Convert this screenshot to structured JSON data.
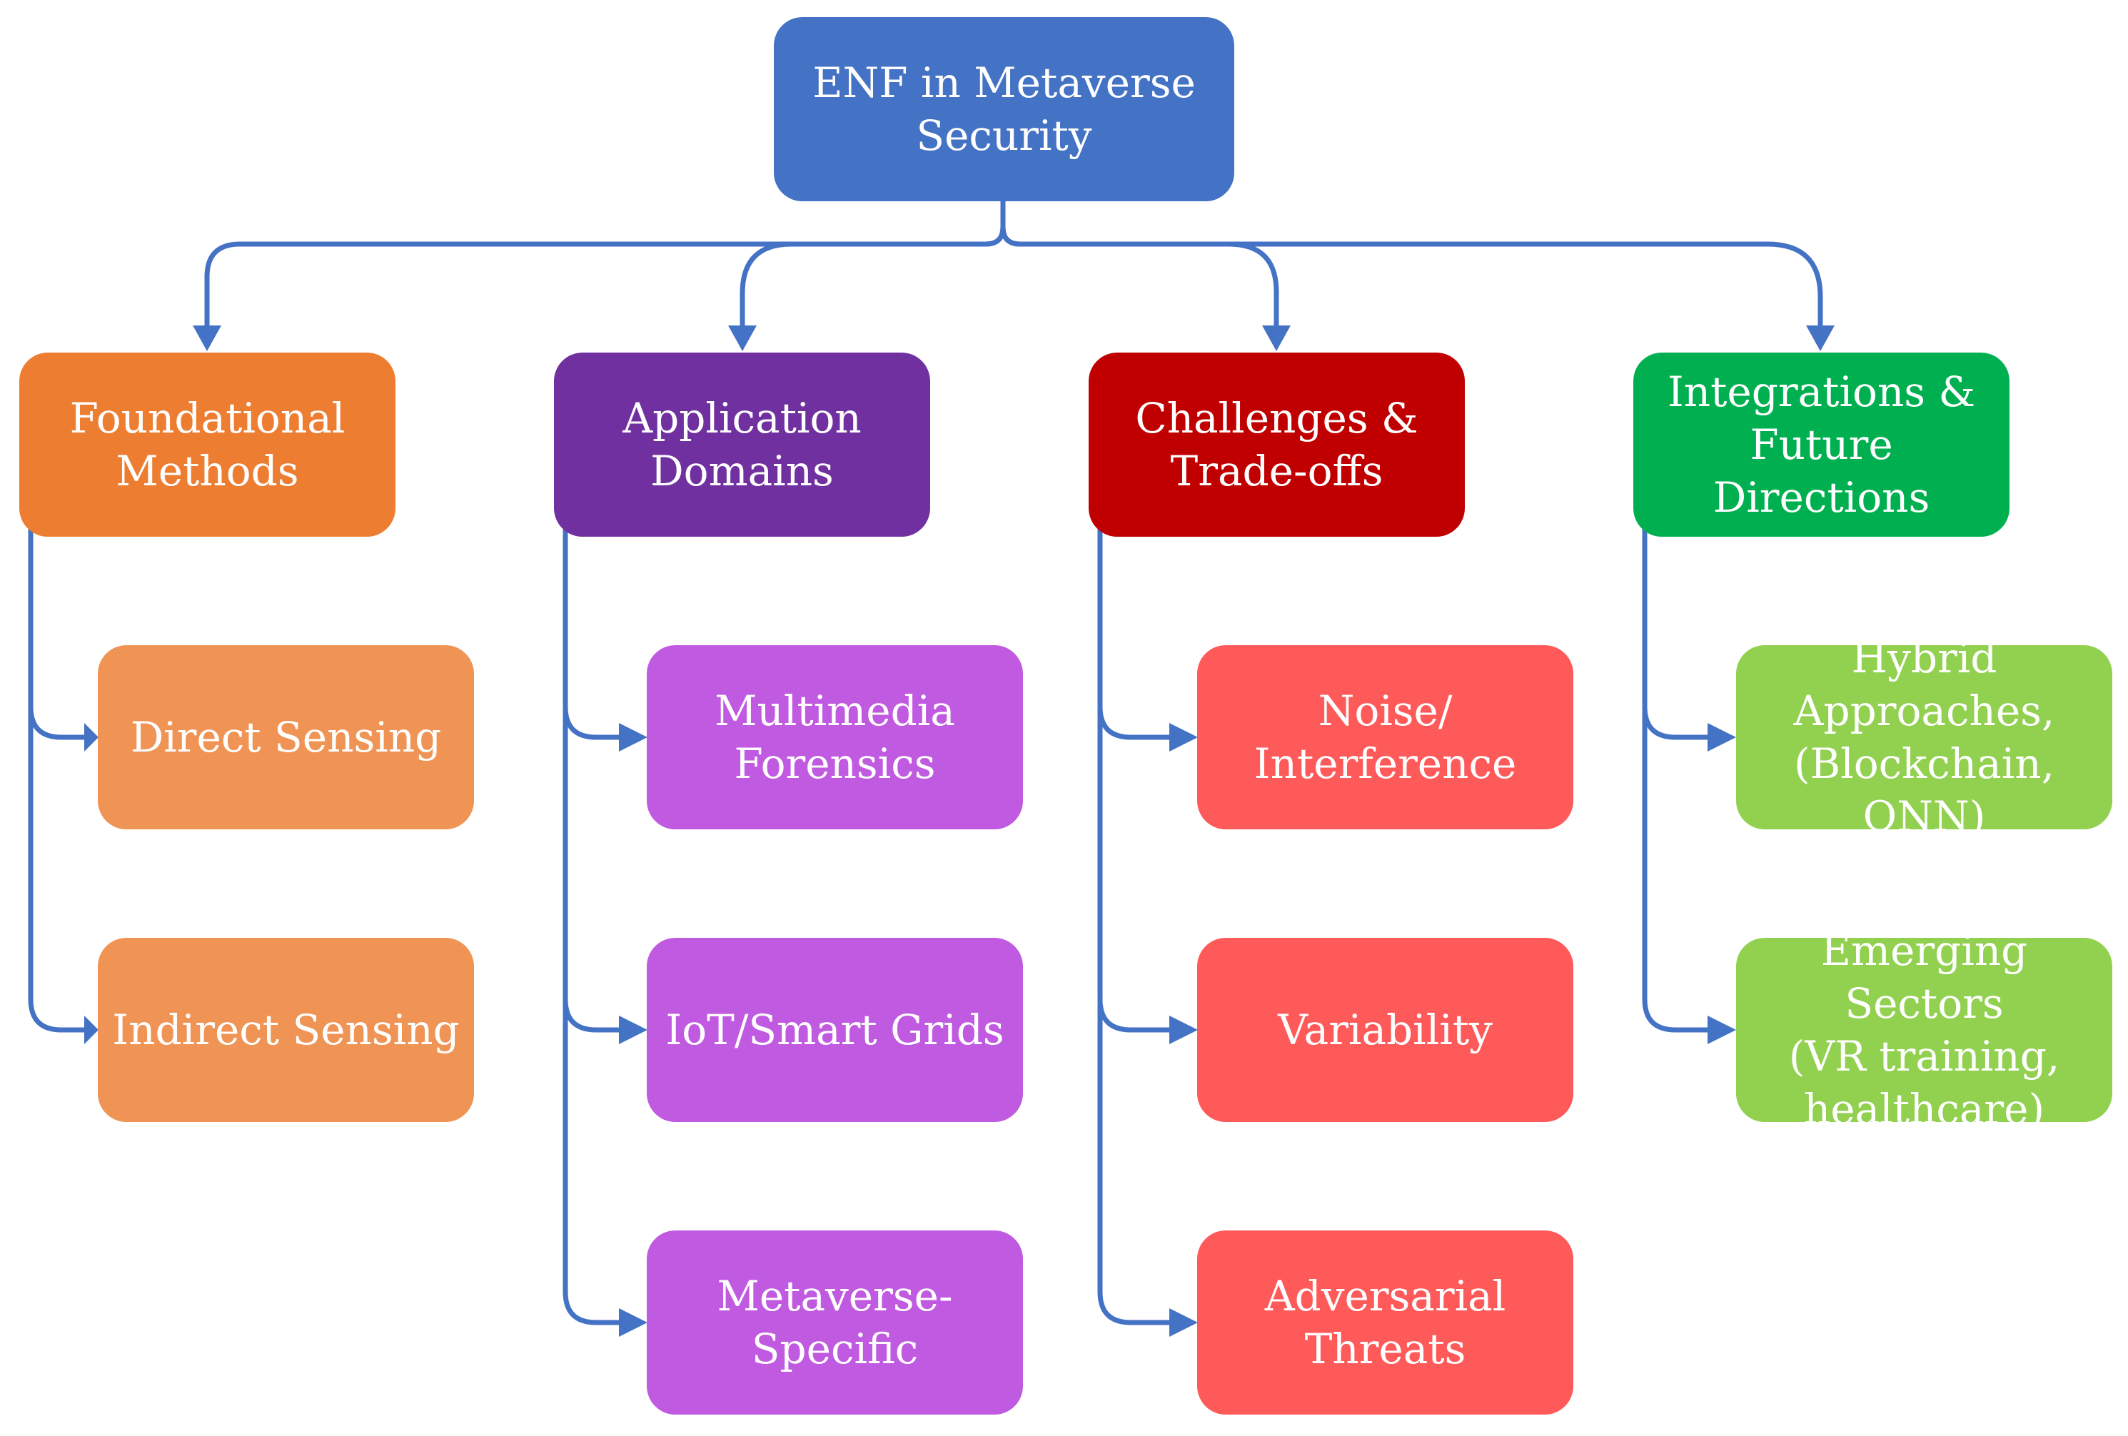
{
  "diagram": {
    "root": {
      "label": "ENF in Metaverse\nSecurity",
      "color": "#4472c4"
    },
    "categories": [
      {
        "label": "Foundational\nMethods",
        "color": "#ed7d31",
        "children": [
          "Direct Sensing",
          "Indirect Sensing"
        ],
        "child_color": "#f09455"
      },
      {
        "label": "Application\nDomains",
        "color": "#7030a0",
        "children": [
          "Multimedia\nForensics",
          "IoT/Smart Grids",
          "Metaverse-\nSpecific"
        ],
        "child_color": "#c05ae0"
      },
      {
        "label": "Challenges &\nTrade-offs",
        "color": "#c00000",
        "children": [
          "Noise/\nInterference",
          "Variability",
          "Adversarial\nThreats"
        ],
        "child_color": "#ff5a5a"
      },
      {
        "label": "Integrations &\nFuture Directions",
        "color": "#00b050",
        "children": [
          "Hybrid\nApproaches,\n(Blockchain, QNN)",
          "Emerging Sectors\n(VR training,\nhealthcare)"
        ],
        "child_color": "#92d050"
      }
    ],
    "connector_color": "#4472c4"
  }
}
